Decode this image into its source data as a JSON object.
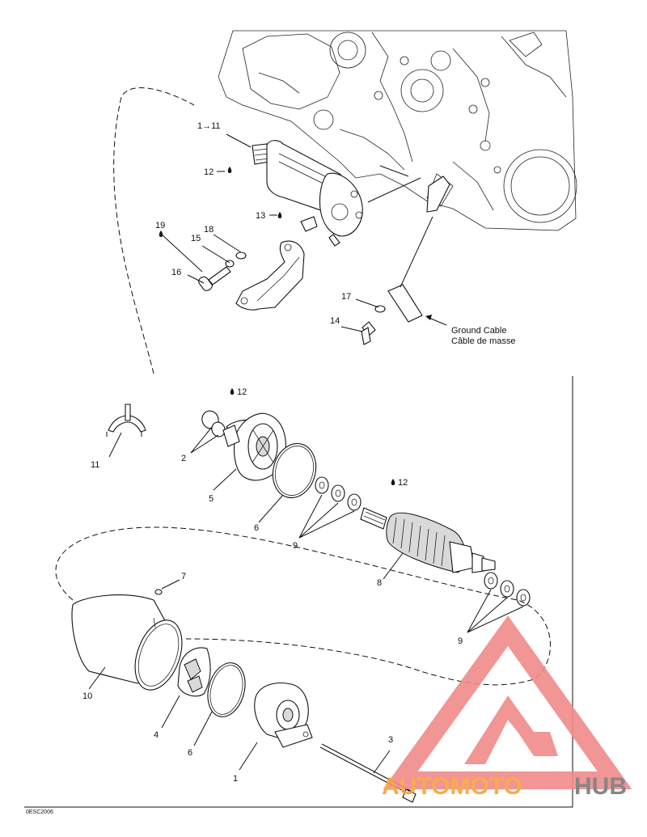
{
  "callouts": {
    "c1_11": "1→11",
    "c12a": "12",
    "c13": "13",
    "c19": "19",
    "c18": "18",
    "c15": "15",
    "c16": "16",
    "c17": "17",
    "c14": "14",
    "c12b": "12",
    "c11": "11",
    "c2": "2",
    "c5": "5",
    "c6a": "6",
    "c12c": "12",
    "c9a": "9",
    "c8": "8",
    "c7": "7",
    "c9b": "9",
    "c10": "10",
    "c4": "4",
    "c6b": "6",
    "c3": "3",
    "c1": "1"
  },
  "ground_cable": {
    "en": "Ground Cable",
    "fr": "Câble de masse"
  },
  "drawing_code": "0ESC2006",
  "watermark": {
    "part1": "AUTOMOTO",
    "part2": "HUB",
    "colors": {
      "triangle": "#f08a8a",
      "text_orange": "#f6a43a",
      "text_gray": "#7a7a7a"
    }
  },
  "icons": [
    "sealant-drop-icon"
  ]
}
